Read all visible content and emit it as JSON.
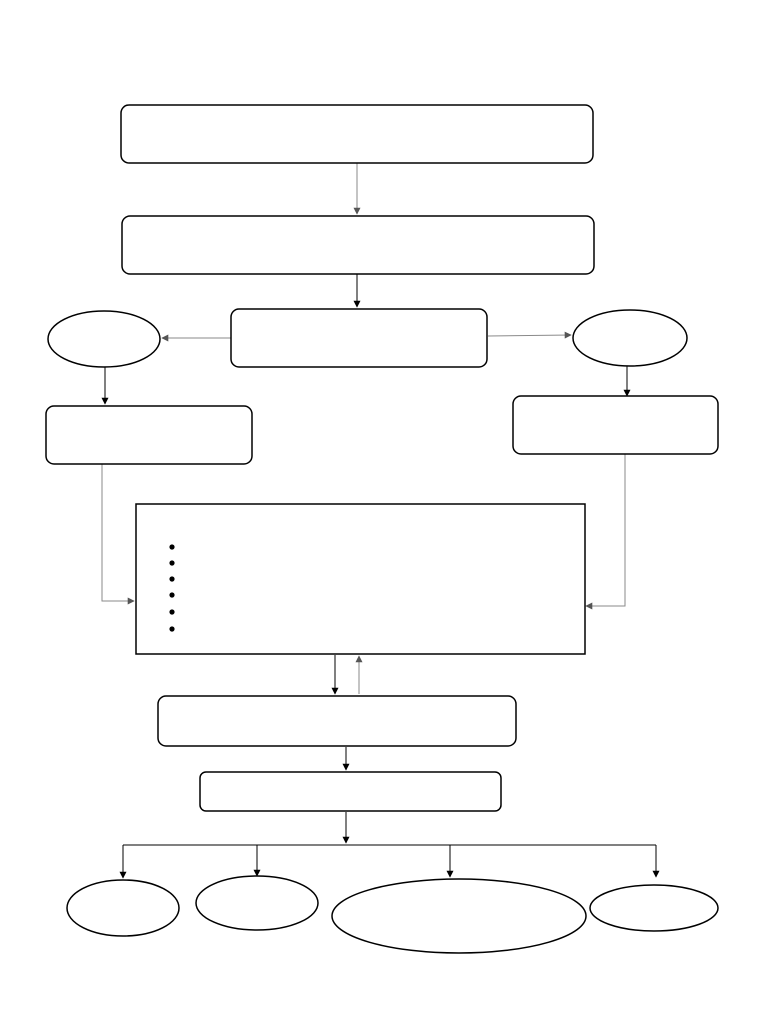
{
  "nodes": [
    {
      "id": "top-box",
      "label": ""
    },
    {
      "id": "second-box",
      "label": ""
    },
    {
      "id": "center-box",
      "label": ""
    },
    {
      "id": "left-ellipse",
      "label": ""
    },
    {
      "id": "right-ellipse",
      "label": ""
    },
    {
      "id": "left-box",
      "label": ""
    },
    {
      "id": "right-box",
      "label": ""
    },
    {
      "id": "list-box",
      "label": "",
      "bullet_items": [
        "",
        "",
        "",
        "",
        "",
        ""
      ]
    },
    {
      "id": "lower-box",
      "label": ""
    },
    {
      "id": "bottom-box",
      "label": ""
    },
    {
      "id": "leaf-1",
      "label": ""
    },
    {
      "id": "leaf-2",
      "label": ""
    },
    {
      "id": "leaf-3",
      "label": ""
    },
    {
      "id": "leaf-4",
      "label": ""
    }
  ],
  "edges": [
    {
      "from": "top-box",
      "to": "second-box"
    },
    {
      "from": "second-box",
      "to": "center-box"
    },
    {
      "from": "center-box",
      "to": "left-ellipse"
    },
    {
      "from": "center-box",
      "to": "right-ellipse"
    },
    {
      "from": "left-ellipse",
      "to": "left-box"
    },
    {
      "from": "right-ellipse",
      "to": "right-box"
    },
    {
      "from": "left-box",
      "to": "list-box"
    },
    {
      "from": "right-box",
      "to": "list-box"
    },
    {
      "from": "list-box",
      "to": "lower-box"
    },
    {
      "from": "lower-box",
      "to": "list-box"
    },
    {
      "from": "lower-box",
      "to": "bottom-box"
    },
    {
      "from": "bottom-box",
      "to": "leaf-1"
    },
    {
      "from": "bottom-box",
      "to": "leaf-2"
    },
    {
      "from": "bottom-box",
      "to": "leaf-3"
    },
    {
      "from": "bottom-box",
      "to": "leaf-4"
    }
  ],
  "colors": {
    "stroke": "#000000",
    "fill": "#ffffff",
    "secondary_arrow": "#8a8a8a"
  }
}
